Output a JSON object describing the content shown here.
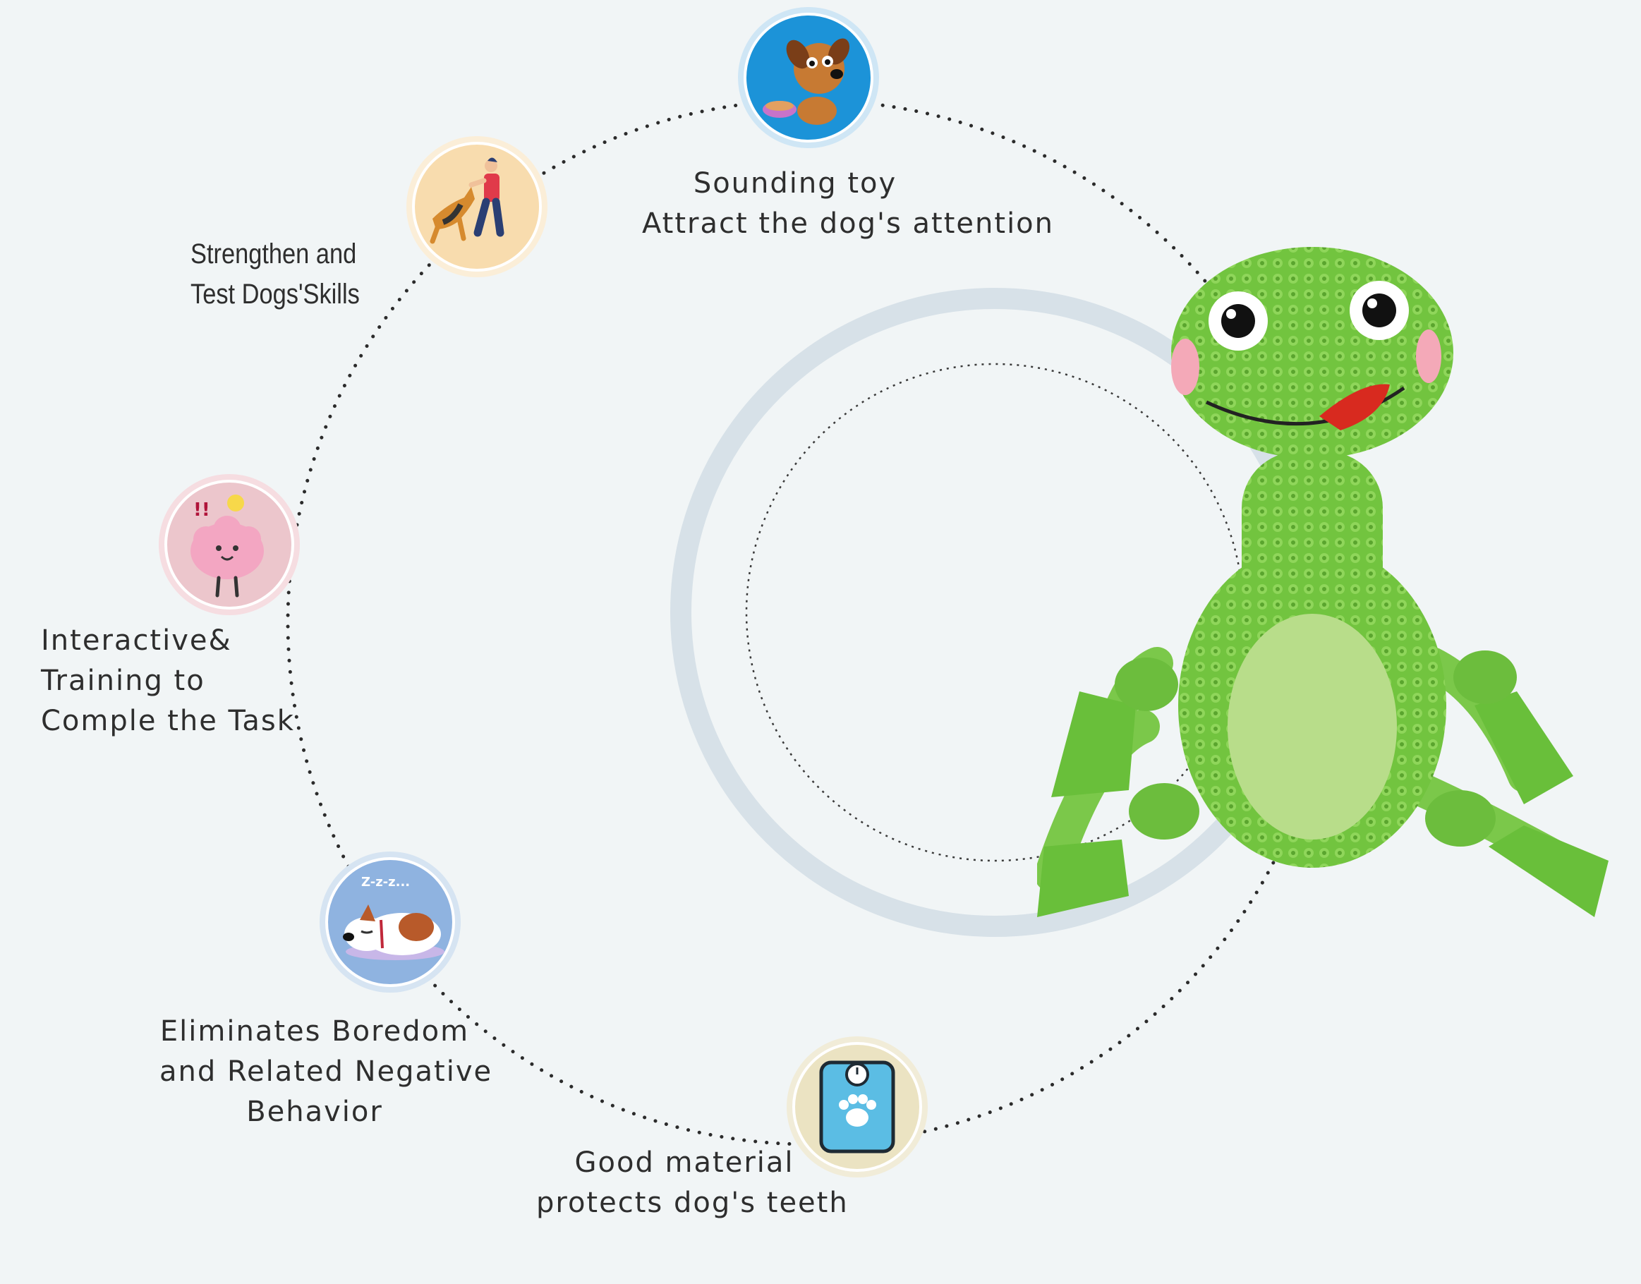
{
  "colors": {
    "background": "#f1f5f6",
    "big_ring": "#d7e1e8",
    "dotted_path": "#2b2b2b",
    "frog_green": "#72c43f",
    "frog_belly": "#b8dd8a"
  },
  "features": [
    {
      "id": "sounding-toy",
      "icon": "dog-with-bowl-icon",
      "lines": [
        "Sounding toy",
        "Attract the dog's attention"
      ]
    },
    {
      "id": "strengthen-skills",
      "icon": "dog-training-icon",
      "lines": [
        "Strengthen and",
        "Test Dogs'Skills"
      ]
    },
    {
      "id": "interactive-training",
      "icon": "brain-idea-icon",
      "lines": [
        "Interactive&",
        "Training to",
        "Comple the Task"
      ]
    },
    {
      "id": "eliminates-boredom",
      "icon": "sleeping-dog-icon",
      "lines": [
        "Eliminates Boredom",
        "and Related Negative",
        "Behavior"
      ]
    },
    {
      "id": "good-material",
      "icon": "paw-scale-icon",
      "lines": [
        "Good material",
        "protects dog's teeth"
      ]
    }
  ],
  "product": {
    "icon": "frog-plush-toy-icon"
  }
}
